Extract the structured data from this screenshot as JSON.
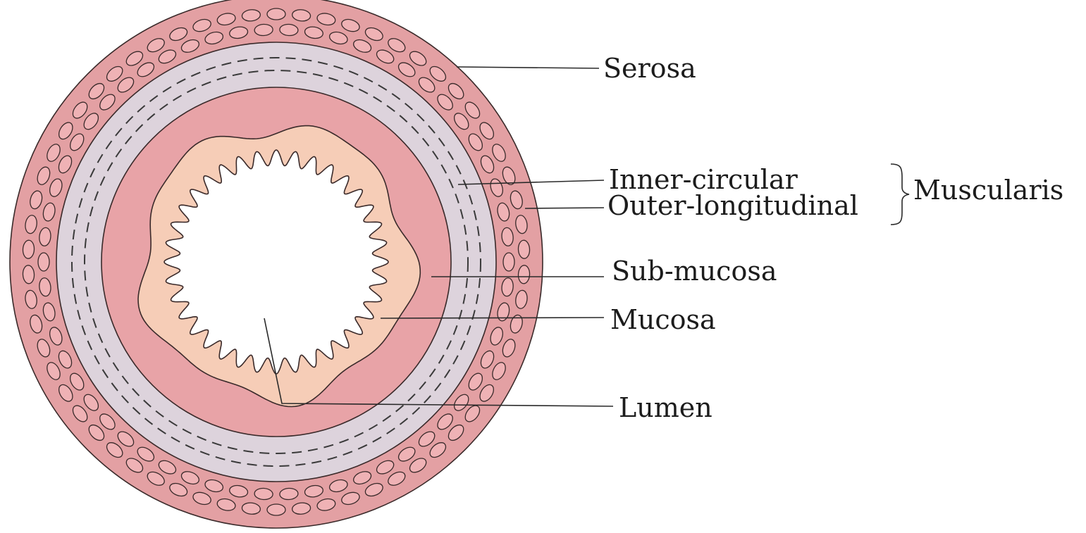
{
  "labels": {
    "serosa": "Serosa",
    "inner_circular": "Inner-circular",
    "outer_longitudinal": "Outer-longitudinal",
    "muscularis": "Muscularis",
    "sub_mucosa": "Sub-mucosa",
    "mucosa": "Mucosa",
    "lumen": "Lumen"
  },
  "colors": {
    "serosa_fill": "#e3a0a3",
    "cell_fill": "#efb2b5",
    "muscularis_fill": "#ddd3dc",
    "submucosa_fill": "#e8a3a7",
    "mucosa_fill": "#f6cdb7",
    "lumen_fill": "#ffffff",
    "outline": "#3a2a2a"
  }
}
